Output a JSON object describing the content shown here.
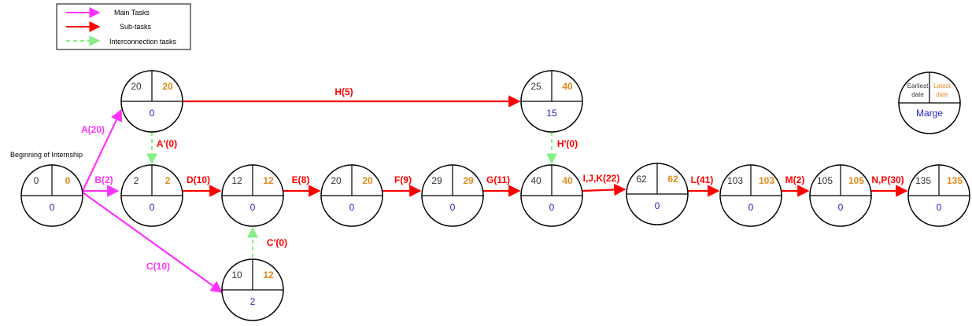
{
  "colors": {
    "main": "#ff33ff",
    "sub": "#ff0000",
    "inter": "#88ee88",
    "early": "#333333",
    "late": "#e08a1e",
    "marge": "#2222cc"
  },
  "legend": {
    "main_label": "Main Tasks",
    "sub_label": "Sub-tasks",
    "inter_label": "Interconnection tasks"
  },
  "key": {
    "early_line1": "Earliest",
    "early_line2": "date",
    "late_line1": "Latest",
    "late_line2": "date",
    "marge": "Marge"
  },
  "start_label": "Beginning of Internship",
  "nodes": [
    {
      "id": "n0",
      "early": "0",
      "late": "0",
      "marge": "0"
    },
    {
      "id": "nA",
      "early": "20",
      "late": "20",
      "marge": "0"
    },
    {
      "id": "nB",
      "early": "2",
      "late": "2",
      "marge": "0"
    },
    {
      "id": "nC",
      "early": "10",
      "late": "12",
      "marge": "2"
    },
    {
      "id": "nD",
      "early": "12",
      "late": "12",
      "marge": "0"
    },
    {
      "id": "nE",
      "early": "20",
      "late": "20",
      "marge": "0"
    },
    {
      "id": "nF",
      "early": "29",
      "late": "29",
      "marge": "0"
    },
    {
      "id": "nG",
      "early": "40",
      "late": "40",
      "marge": "0"
    },
    {
      "id": "nH",
      "early": "25",
      "late": "40",
      "marge": "15"
    },
    {
      "id": "nIJK",
      "early": "62",
      "late": "62",
      "marge": "0"
    },
    {
      "id": "nL",
      "early": "103",
      "late": "103",
      "marge": "0"
    },
    {
      "id": "nM",
      "early": "105",
      "late": "105",
      "marge": "0"
    },
    {
      "id": "nNP",
      "early": "135",
      "late": "135",
      "marge": "0"
    }
  ],
  "edges": [
    {
      "from": "n0",
      "to": "nA",
      "label": "A(20)",
      "kind": "main"
    },
    {
      "from": "n0",
      "to": "nB",
      "label": "B(2)",
      "kind": "main"
    },
    {
      "from": "n0",
      "to": "nC",
      "label": "C(10)",
      "kind": "main"
    },
    {
      "from": "nA",
      "to": "nB",
      "label": "A'(0)",
      "kind": "inter"
    },
    {
      "from": "nA",
      "to": "nH",
      "label": "H(5)",
      "kind": "sub"
    },
    {
      "from": "nB",
      "to": "nD",
      "label": "D(10)",
      "kind": "sub"
    },
    {
      "from": "nC",
      "to": "nD",
      "label": "C'(0)",
      "kind": "inter"
    },
    {
      "from": "nD",
      "to": "nE",
      "label": "E(8)",
      "kind": "sub"
    },
    {
      "from": "nE",
      "to": "nF",
      "label": "F(9)",
      "kind": "sub"
    },
    {
      "from": "nF",
      "to": "nG",
      "label": "G(11)",
      "kind": "sub"
    },
    {
      "from": "nH",
      "to": "nG",
      "label": "H'(0)",
      "kind": "inter"
    },
    {
      "from": "nG",
      "to": "nIJK",
      "label": "I,J,K(22)",
      "kind": "sub"
    },
    {
      "from": "nIJK",
      "to": "nL",
      "label": "L(41)",
      "kind": "sub"
    },
    {
      "from": "nL",
      "to": "nM",
      "label": "M(2)",
      "kind": "sub"
    },
    {
      "from": "nM",
      "to": "nNP",
      "label": "N,P(30)",
      "kind": "sub"
    }
  ]
}
